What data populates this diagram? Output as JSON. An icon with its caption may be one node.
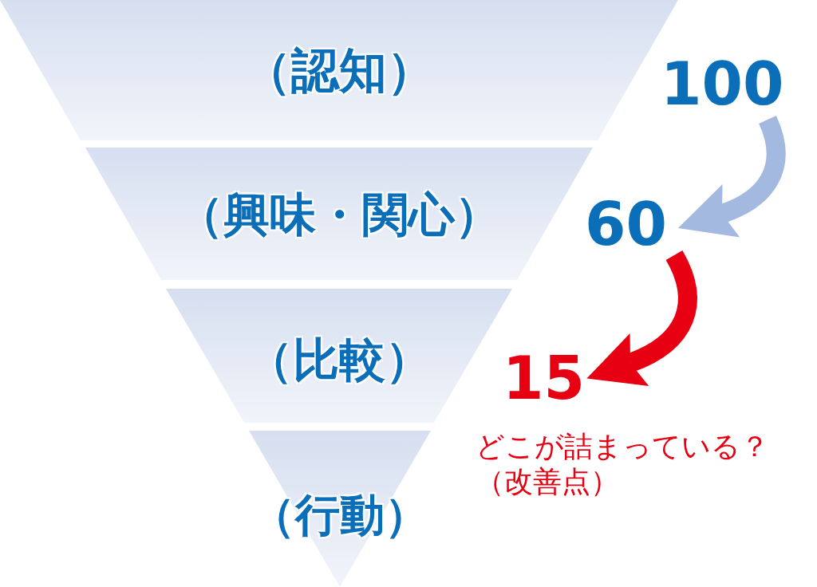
{
  "diagram": {
    "nodes": [
      {
        "text": [
          "（認知）"
        ]
      },
      {
        "text": [
          "（興味・関心）"
        ]
      },
      {
        "text": [
          "（比較）"
        ]
      },
      {
        "text": [
          "（行動）"
        ]
      },
      {
        "text": [
          "100"
        ]
      },
      {
        "text": [
          "60"
        ]
      },
      {
        "text": [
          "15"
        ]
      }
    ],
    "edges": [
      {
        "from": 4,
        "to": 5,
        "arrow": "to",
        "color": "#a3b9df"
      },
      {
        "from": 5,
        "to": 6,
        "arrow": "to",
        "color": "#e60012"
      }
    ],
    "labels": [
      "どこが詰まっている？（改善点）"
    ]
  }
}
